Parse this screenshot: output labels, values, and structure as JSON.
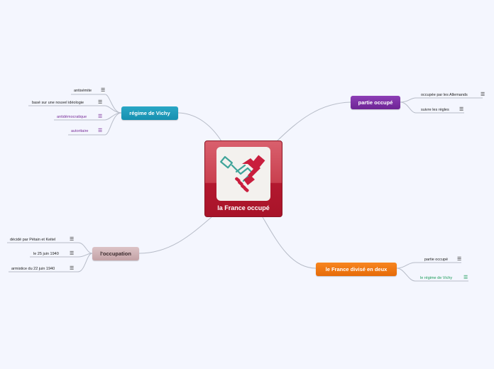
{
  "central": {
    "title": "la France occupé",
    "image": "handshake-icon"
  },
  "colors": {
    "central": "#b81a30",
    "vichy": "#1a96b6",
    "partie": "#7a2d9f",
    "occupation": "#caa9ad",
    "divise": "#ee7510",
    "line": "#b7bcc8"
  },
  "topics": {
    "vichy": {
      "label": "régime de Vichy",
      "children": [
        "antisémite",
        "basé sur une nouvel idéologie",
        "antidémocratique",
        "autoritaire"
      ]
    },
    "partie": {
      "label": "partie occupé",
      "children": [
        "occupée par les Allemands",
        "suivre les règles"
      ]
    },
    "occupation": {
      "label": "l'occupation",
      "children": [
        "décidé par Pétain et Keitel",
        "le 25 juin 1940",
        "armistice du 22 juin 1940"
      ]
    },
    "divise": {
      "label": "le France divisé en deux",
      "children": [
        "partie occupé",
        "le régime de Vichy"
      ]
    }
  }
}
